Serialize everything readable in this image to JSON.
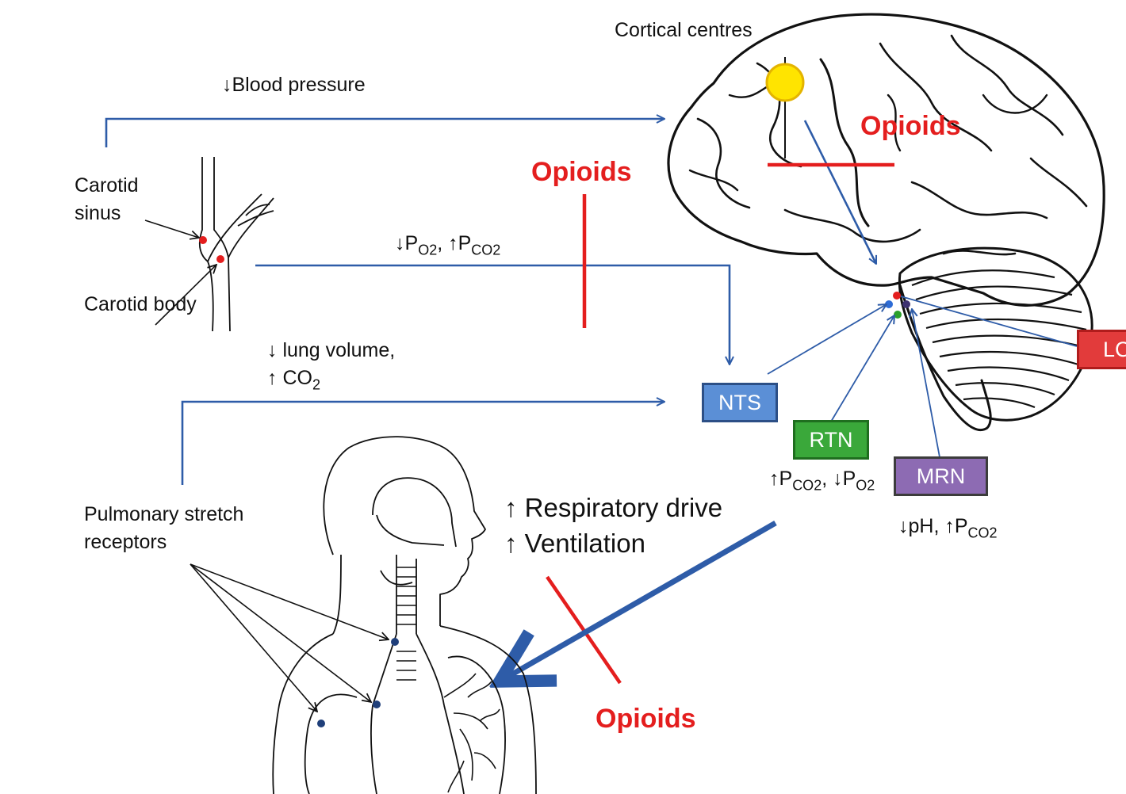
{
  "labels": {
    "cortical_centres": "Cortical centres",
    "blood_pressure": "↓Blood pressure",
    "carotid_sinus_1": "Carotid",
    "carotid_sinus_2": "sinus",
    "carotid_body": "Carotid body",
    "po2_pco2": {
      "a": "↓P",
      "a_sub": "O2",
      "b": ", ↑P",
      "b_sub": "CO2"
    },
    "lung_volume_1": "↓ lung volume,",
    "lung_volume_2": {
      "a": "↑ CO",
      "a_sub": "2"
    },
    "pulmonary_1": "Pulmonary stretch",
    "pulmonary_2": "receptors",
    "respiratory_drive": "↑ Respiratory drive",
    "ventilation": "↑ Ventilation",
    "rtn_stimulus": {
      "a": "↑P",
      "a_sub": "CO2",
      "b": ", ↓P",
      "b_sub": "O2"
    },
    "mrn_stimulus": {
      "a": "↓pH, ↑P",
      "a_sub": "CO2"
    }
  },
  "opioids": {
    "cortical": "Opioids",
    "peripheral": "Opioids",
    "ventilation": "Opioids"
  },
  "nuclei": {
    "nts": "NTS",
    "rtn": "RTN",
    "mrn": "MRN",
    "lc": "LC"
  },
  "colors": {
    "arrow_blue": "#2e5ca8",
    "inhibit_red": "#e41e1e",
    "nts_fill": "#5b8fd6",
    "rtn_fill": "#3aa83a",
    "mrn_fill": "#8d6bb3",
    "lc_fill": "#e23b3b"
  }
}
